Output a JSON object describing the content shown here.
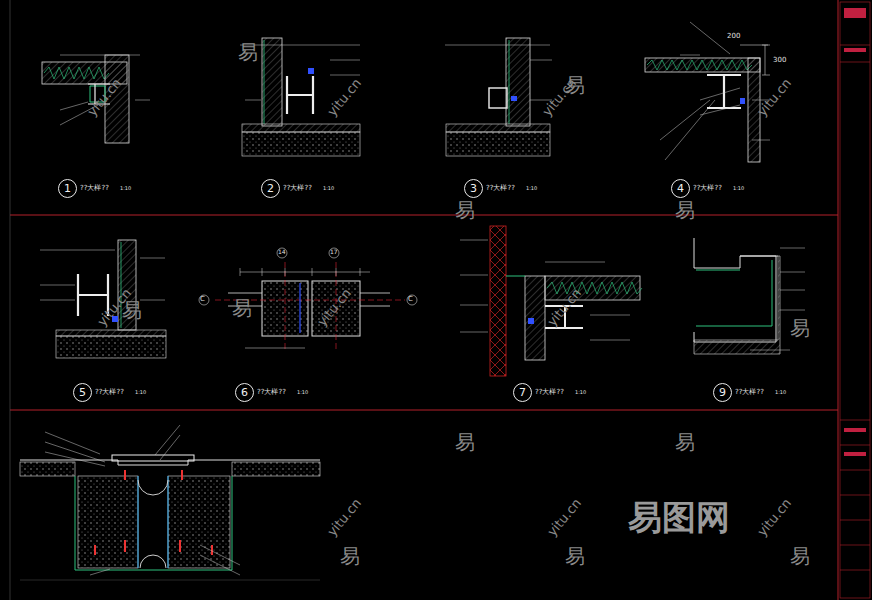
{
  "diagram": {
    "nodes": [
      {
        "text": [
          "1"
        ]
      },
      {
        "text": [
          "2"
        ]
      },
      {
        "text": [
          "3"
        ]
      },
      {
        "text": [
          "4"
        ]
      },
      {
        "text": [
          "5"
        ]
      },
      {
        "text": [
          "6"
        ]
      },
      {
        "text": [
          "7"
        ]
      },
      {
        "text": [
          "9"
        ]
      }
    ],
    "labels": [
      "??大样??",
      "1:10",
      "??大样??",
      "1:10",
      "??大样??",
      "1:10",
      "??大样??",
      "1:10",
      "??大样??",
      "1:10",
      "??大样??",
      "1:10",
      "??大样??",
      "1:10",
      "??大样??",
      "1:10",
      "300",
      "200",
      "C",
      "C",
      "14",
      "17",
      "易",
      "易",
      "易",
      "易",
      "易",
      "易",
      "易",
      "易",
      "易",
      "易",
      "易",
      "易",
      "yitu.cn",
      "yitu.cn",
      "yitu.cn",
      "yitu.cn",
      "yitu.cn",
      "yitu.cn",
      "yitu.cn",
      "yitu.cn",
      "yitu.cn",
      "yitu.cn",
      "易图网"
    ]
  }
}
